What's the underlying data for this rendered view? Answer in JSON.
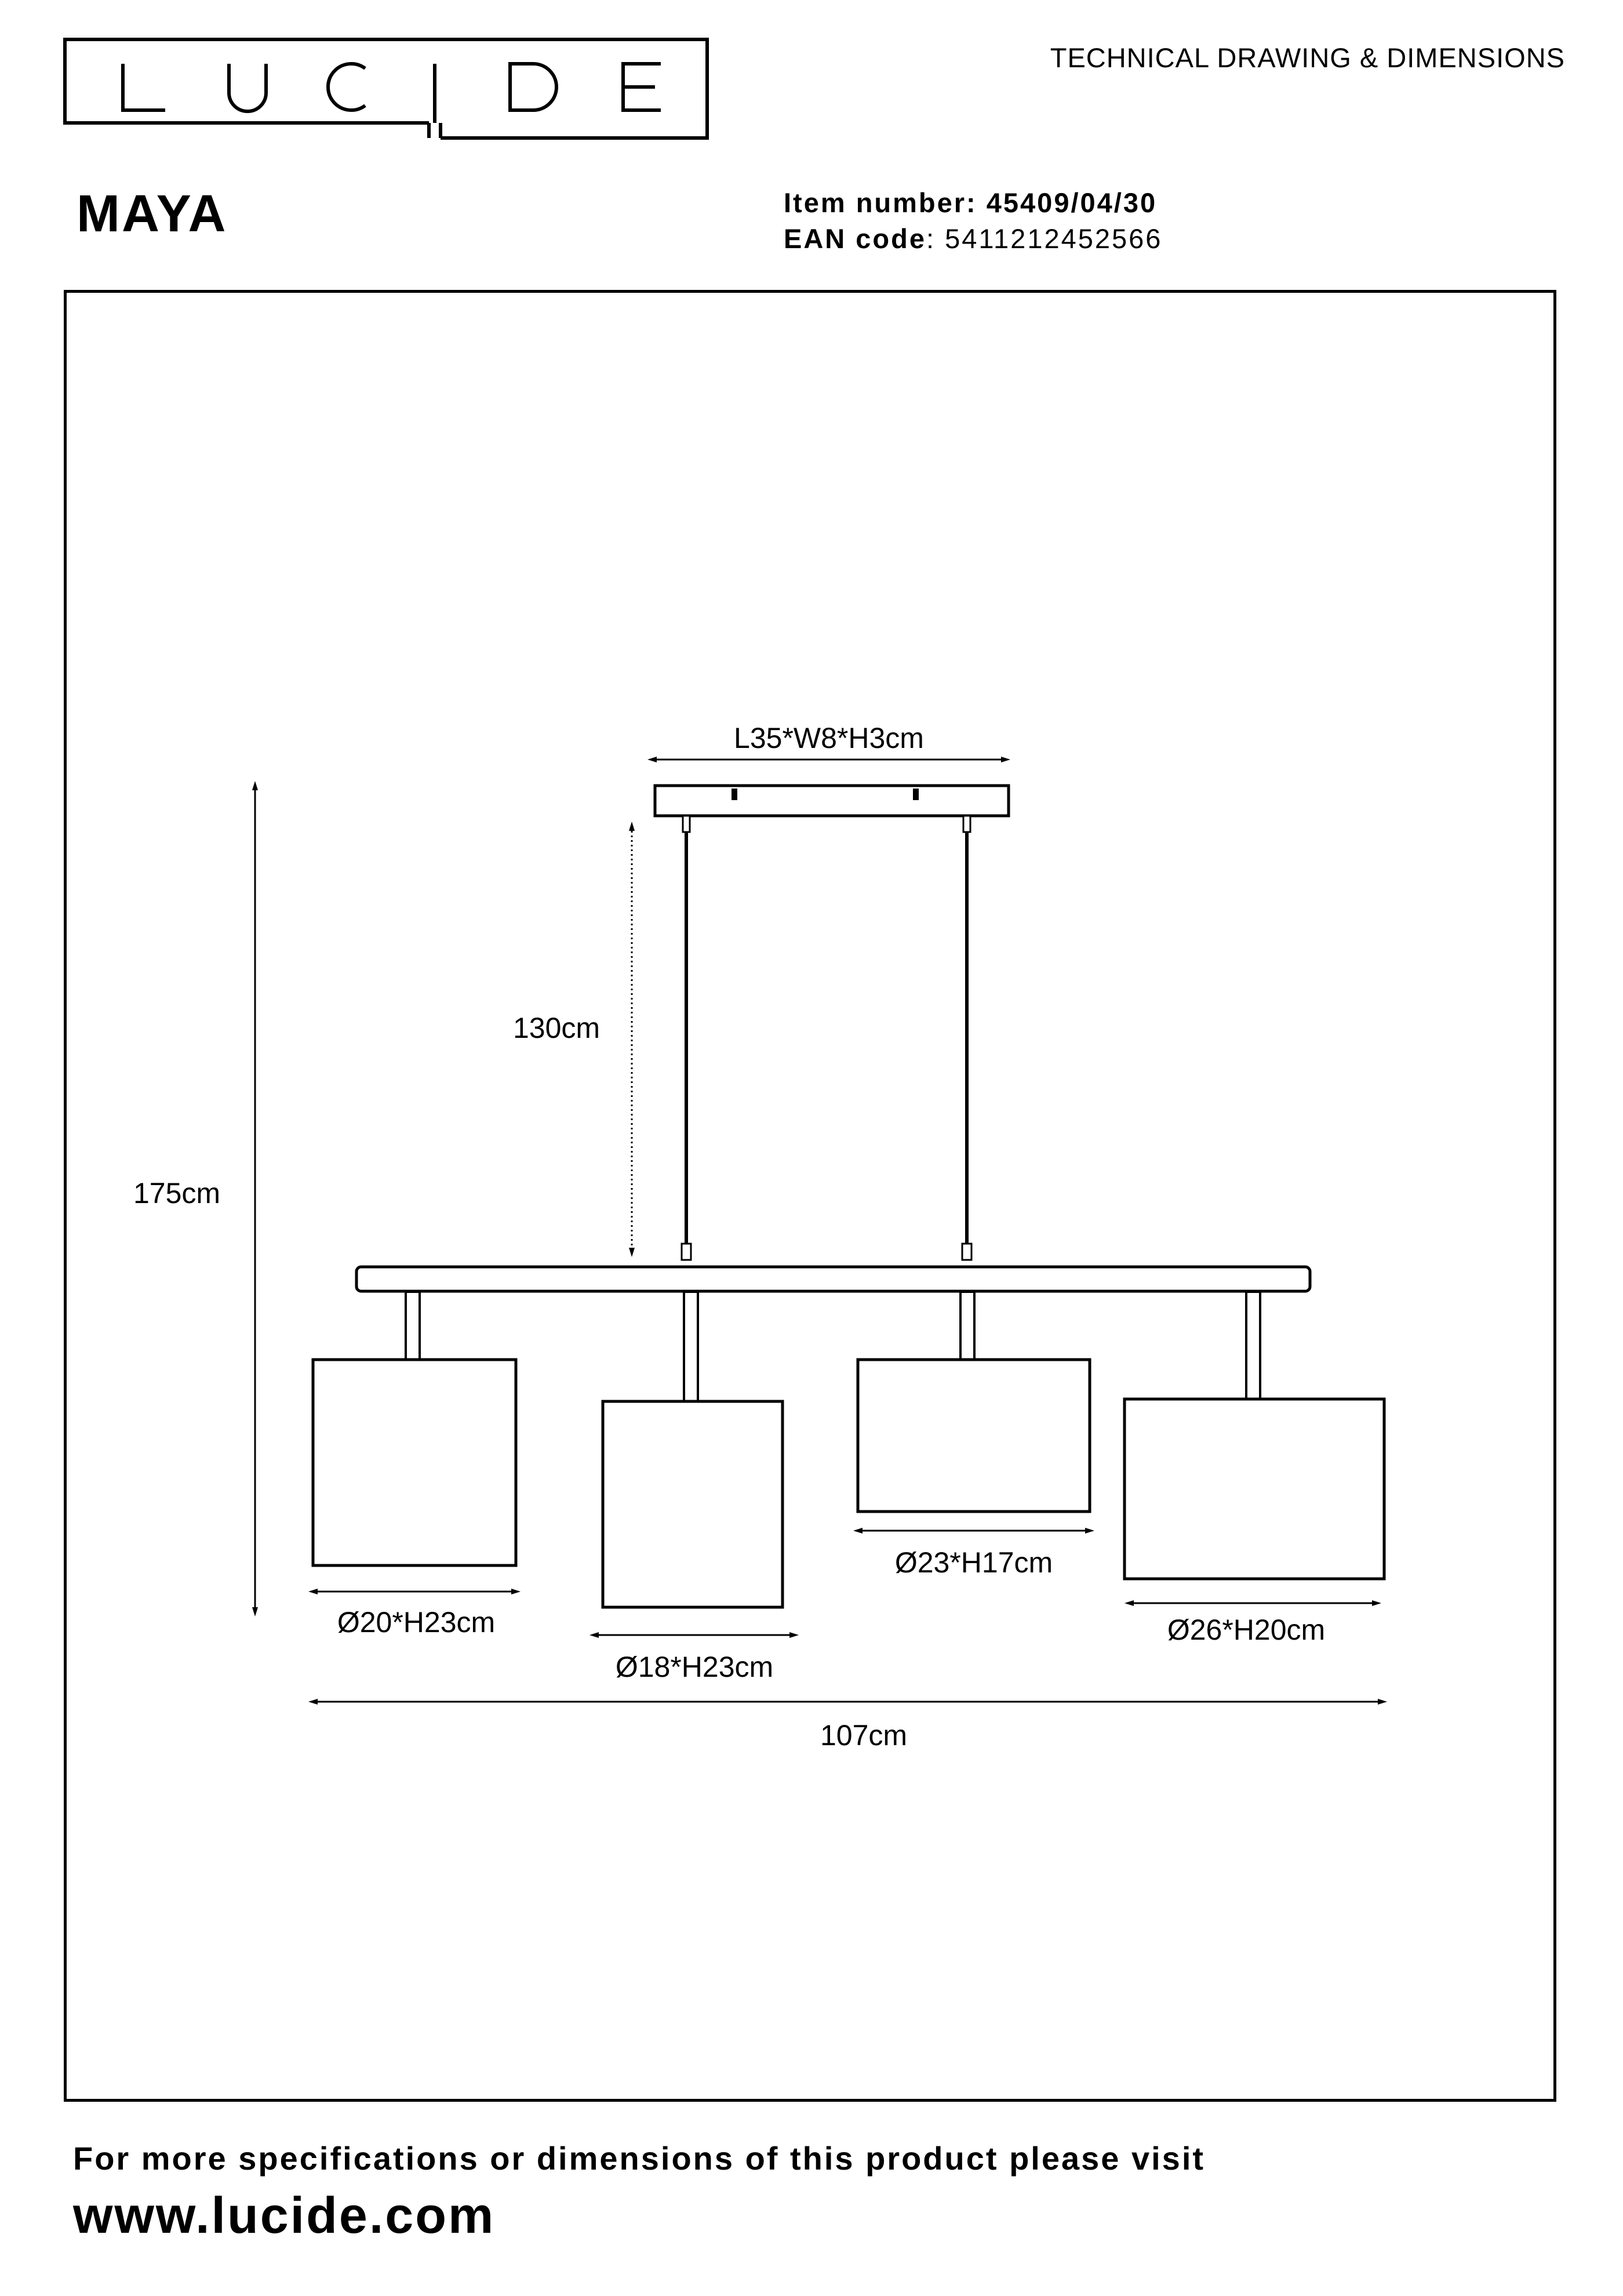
{
  "brand": {
    "logo_letters": [
      "L",
      "U",
      "C",
      "I",
      "D",
      "E"
    ],
    "logo_text": "LUCIDE"
  },
  "header": {
    "document_type": "TECHNICAL DRAWING & DIMENSIONS"
  },
  "product": {
    "name": "MAYA",
    "item_number_label": "Item number:",
    "item_number": "45409/04/30",
    "ean_label": "EAN code",
    "ean_value": ": 5411212452566"
  },
  "dimensions": {
    "canopy": "L35*W8*H3cm",
    "cable_length": "130cm",
    "total_height": "175cm",
    "total_width": "107cm",
    "shades": [
      {
        "label": "Ø20*H23cm"
      },
      {
        "label": "Ø18*H23cm"
      },
      {
        "label": "Ø23*H17cm"
      },
      {
        "label": "Ø26*H20cm"
      }
    ]
  },
  "footer": {
    "line": "For more specifications or dimensions of this product please visit",
    "url": "www.lucide.com"
  }
}
